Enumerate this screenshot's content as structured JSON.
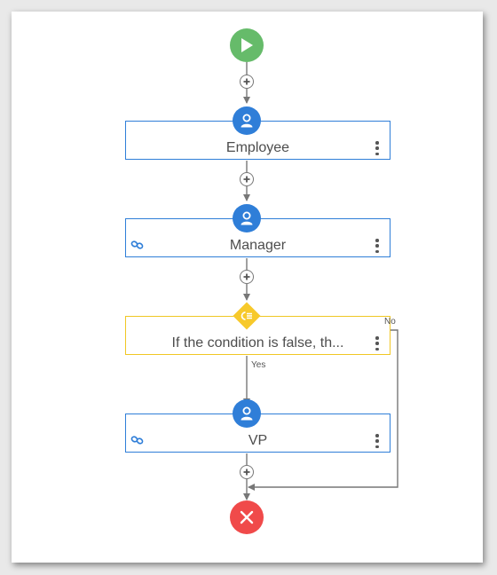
{
  "workflow": {
    "nodes": [
      {
        "type": "approver",
        "label": "Employee",
        "linked": false
      },
      {
        "type": "approver",
        "label": "Manager",
        "linked": true
      },
      {
        "type": "condition",
        "label": "If the condition is false, th..."
      },
      {
        "type": "approver",
        "label": "VP",
        "linked": true
      }
    ],
    "edge_labels": {
      "yes": "Yes",
      "no": "No"
    },
    "icons": {
      "start": "play-icon",
      "end": "close-icon",
      "approver": "user-icon",
      "condition": "condition-icon",
      "link": "link-icon",
      "menu": "kebab-menu-icon",
      "add": "add-step-icon"
    },
    "colors": {
      "start": "#66bb6a",
      "end": "#f04a4a",
      "approver": "#2f7ed8",
      "condition": "#f0c724",
      "connector": "#777777"
    }
  }
}
